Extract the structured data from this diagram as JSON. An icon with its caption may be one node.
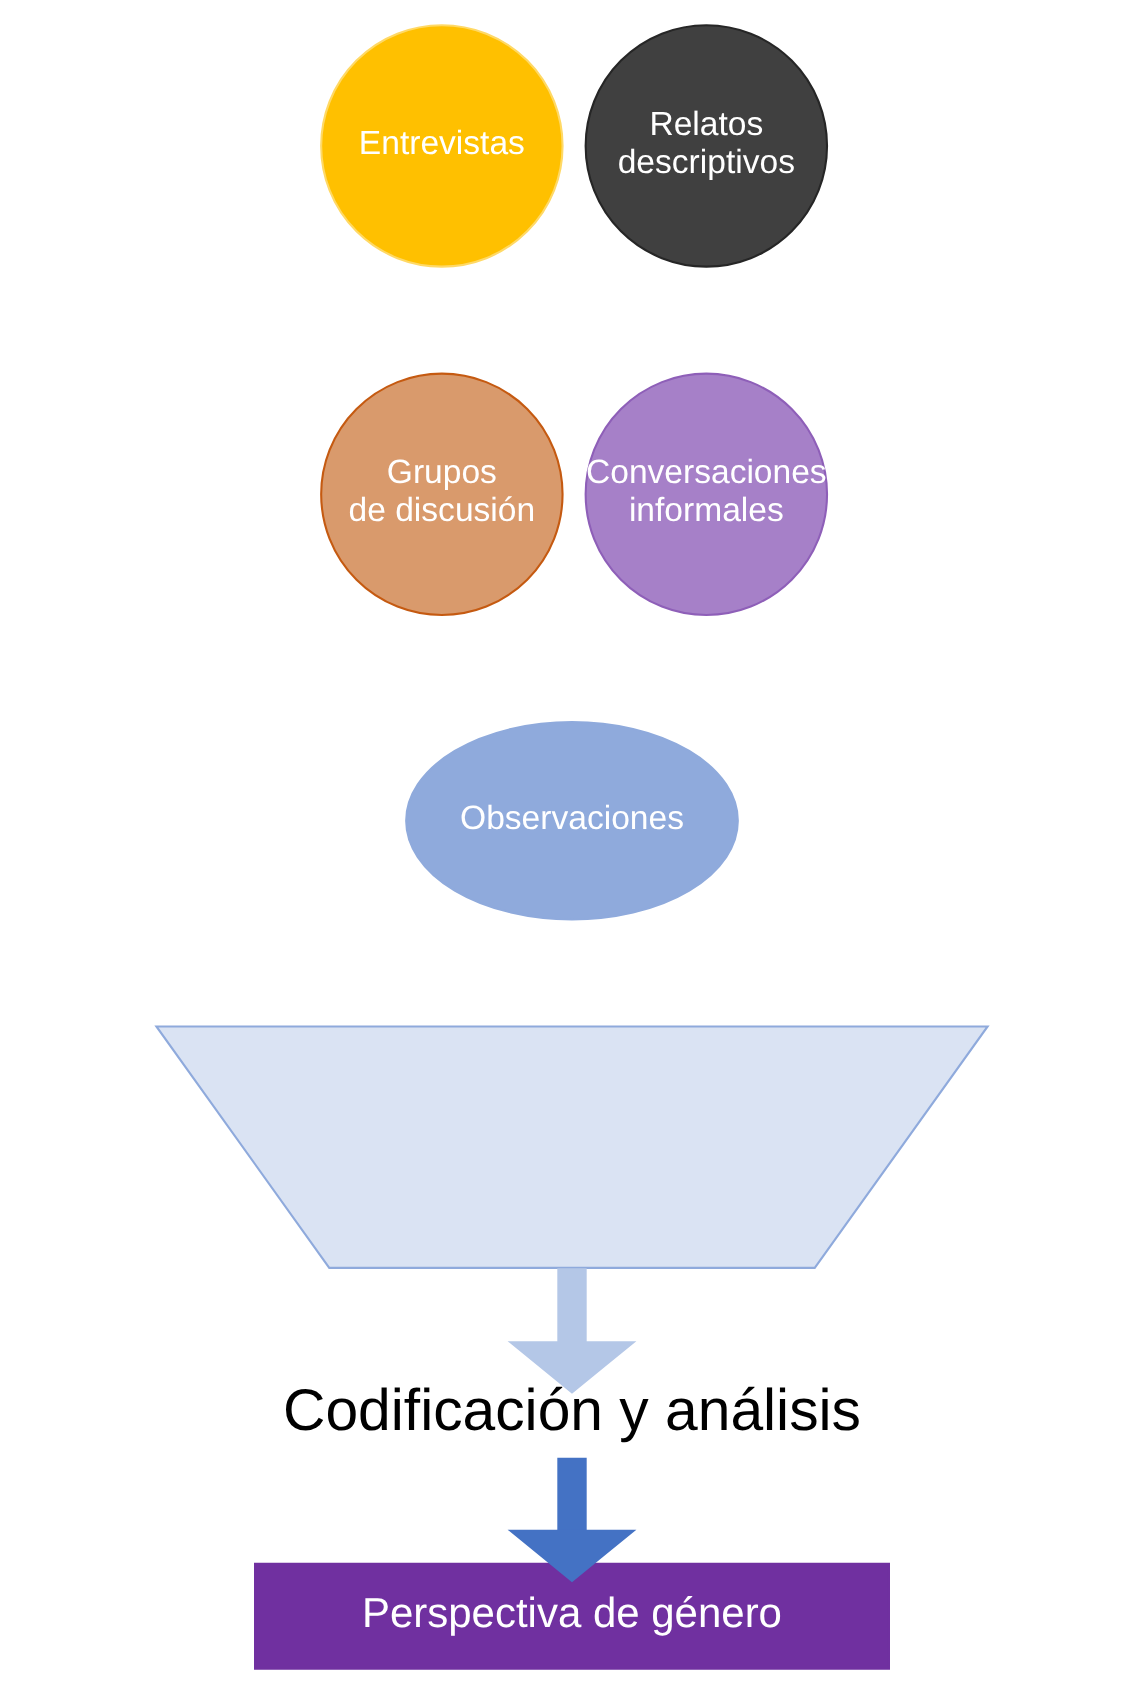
{
  "diagram": {
    "nodes": [
      {
        "text": [],
        "shape": "funnel"
      },
      {
        "text": [
          "Entrevistas"
        ]
      },
      {
        "text": [
          "Relatos descriptivos"
        ]
      },
      {
        "text": [
          "Grupos de discusión"
        ]
      },
      {
        "text": [
          "Conversaciones informales"
        ]
      },
      {
        "text": [
          "Observaciones"
        ]
      },
      {
        "text": [
          "Codificación y análisis"
        ]
      },
      {
        "text": [
          "Perspectiva de género"
        ]
      }
    ],
    "edges": [
      {
        "from": 0,
        "to": 6,
        "arrow": "to",
        "color": "#b4c7e7"
      },
      {
        "from": 6,
        "to": 7,
        "arrow": "to",
        "color": "#4472c4"
      }
    ]
  }
}
